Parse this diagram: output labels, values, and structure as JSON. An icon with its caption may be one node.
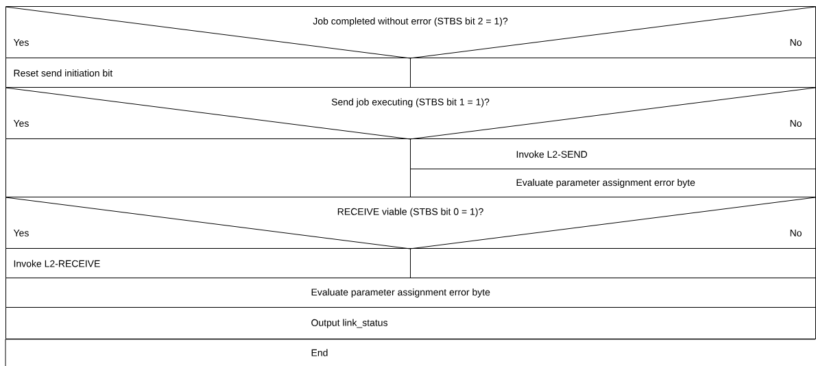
{
  "diagram": {
    "nodes": [
      {
        "text": [
          "Job completed without error (STBS bit 2 = 1)?",
          "Yes",
          "No"
        ]
      },
      {
        "text": [
          "Reset send initiation bit"
        ]
      },
      {
        "text": [],
        "shape": "box"
      },
      {
        "text": [
          "Send job executing (STBS bit 1 = 1)?",
          "Yes",
          "No"
        ]
      },
      {
        "text": [],
        "shape": "box"
      },
      {
        "text": [
          "Invoke L2-SEND"
        ]
      },
      {
        "text": [
          "Evaluate parameter assignment error byte"
        ]
      },
      {
        "text": [
          "RECEIVE viable (STBS bit 0 = 1)?",
          "Yes",
          "No"
        ]
      },
      {
        "text": [
          "Invoke L2-RECEIVE"
        ]
      },
      {
        "text": [],
        "shape": "box"
      },
      {
        "text": [
          "Evaluate parameter assignment error byte"
        ]
      },
      {
        "text": [
          "Output link_status"
        ]
      },
      {
        "text": [
          "End"
        ]
      }
    ]
  }
}
